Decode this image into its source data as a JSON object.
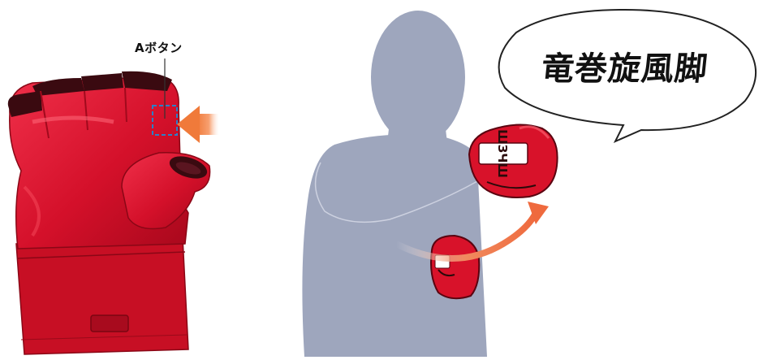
{
  "glove_label": "Aボタン",
  "speech_bubble_text": "竜巻旋風脚",
  "glove_brand": "ШЗЧШ",
  "colors": {
    "glove_red": "#d8122a",
    "silhouette": "#9ea6bd",
    "arrow": "#ef7a4e",
    "button_marker": "#2a80c8"
  }
}
